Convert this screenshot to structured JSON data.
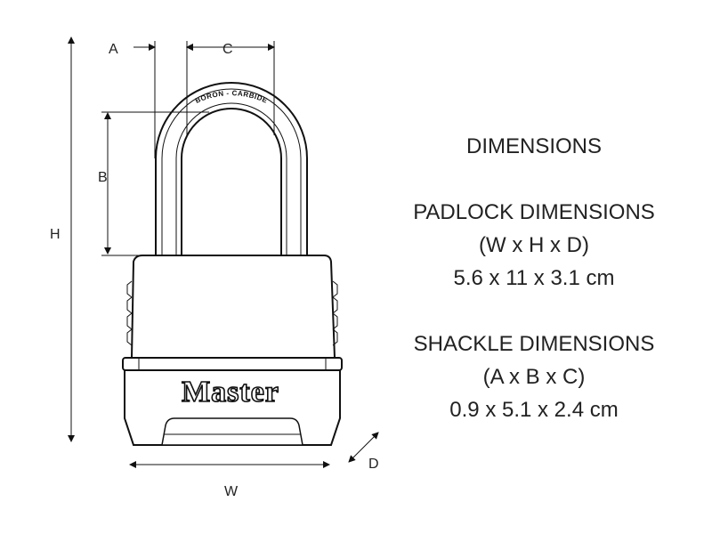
{
  "labels": {
    "a": "A",
    "c": "C",
    "b": "B",
    "h": "H",
    "w": "W",
    "d": "D"
  },
  "shackle_engraving": "BORON - CARBIDE",
  "brand": "Master",
  "heading": "DIMENSIONS",
  "padlock": {
    "title": "PADLOCK DIMENSIONS",
    "axes": "(W x H x D)",
    "value": "5.6 x 11 x 3.1 cm"
  },
  "shackle": {
    "title": "SHACKLE DIMENSIONS",
    "axes": "(A x B x C)",
    "value": "0.9 x 5.1 x 2.4 cm"
  },
  "colors": {
    "line": "#111111",
    "lock_fill": "#ffffff",
    "text": "#222222"
  }
}
